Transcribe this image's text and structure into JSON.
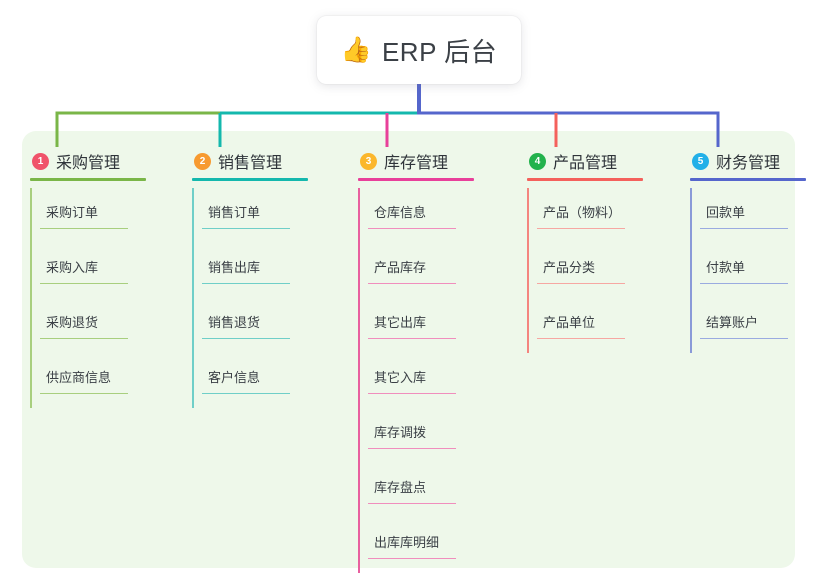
{
  "title": {
    "icon": "thumbs-up-icon",
    "emoji": "👍",
    "text": "ERP 后台"
  },
  "panel": {
    "background": "#eef8ea"
  },
  "connector": {
    "trunk_color": "#5566cc",
    "segments": [
      {
        "color": "#7ab648"
      },
      {
        "color": "#14b8ad"
      },
      {
        "color": "#5566cc"
      },
      {
        "color": "#5566cc"
      },
      {
        "color": "#5566cc"
      }
    ],
    "drops": [
      {
        "color": "#7ab648"
      },
      {
        "color": "#14b8ad"
      },
      {
        "color": "#e8409a"
      },
      {
        "color": "#f4615c"
      },
      {
        "color": "#5566cc"
      }
    ]
  },
  "columns": [
    {
      "number": "1",
      "title": "采购管理",
      "badge_color": "#f0536a",
      "rule_color": "#7ab648",
      "spine_color": "#a8cf7e",
      "item_rule_color": "#a8cf7e",
      "items": [
        {
          "label": "采购订单"
        },
        {
          "label": "采购入库"
        },
        {
          "label": "采购退货"
        },
        {
          "label": "供应商信息"
        }
      ]
    },
    {
      "number": "2",
      "title": "销售管理",
      "badge_color": "#f79a30",
      "rule_color": "#14b8ad",
      "spine_color": "#6fcfc8",
      "item_rule_color": "#6fcfc8",
      "items": [
        {
          "label": "销售订单"
        },
        {
          "label": "销售出库"
        },
        {
          "label": "销售退货"
        },
        {
          "label": "客户信息"
        }
      ]
    },
    {
      "number": "3",
      "title": "库存管理",
      "badge_color": "#fbb72c",
      "rule_color": "#e8409a",
      "spine_color": "#e8609f",
      "item_rule_color": "#f08ebd",
      "items": [
        {
          "label": "仓库信息"
        },
        {
          "label": "产品库存"
        },
        {
          "label": "其它出库"
        },
        {
          "label": "其它入库"
        },
        {
          "label": "库存调拨"
        },
        {
          "label": "库存盘点"
        },
        {
          "label": "出库库明细"
        }
      ]
    },
    {
      "number": "4",
      "title": "产品管理",
      "badge_color": "#22b24c",
      "rule_color": "#f4615c",
      "spine_color": "#f4857f",
      "item_rule_color": "#f6a7a2",
      "items": [
        {
          "label": "产品（物料）"
        },
        {
          "label": "产品分类"
        },
        {
          "label": "产品单位"
        }
      ]
    },
    {
      "number": "5",
      "title": "财务管理",
      "badge_color": "#22b0e8",
      "rule_color": "#5566cc",
      "spine_color": "#8a9ad8",
      "item_rule_color": "#9aabe0",
      "items": [
        {
          "label": "回款单"
        },
        {
          "label": "付款单"
        },
        {
          "label": "结算账户"
        }
      ]
    }
  ]
}
